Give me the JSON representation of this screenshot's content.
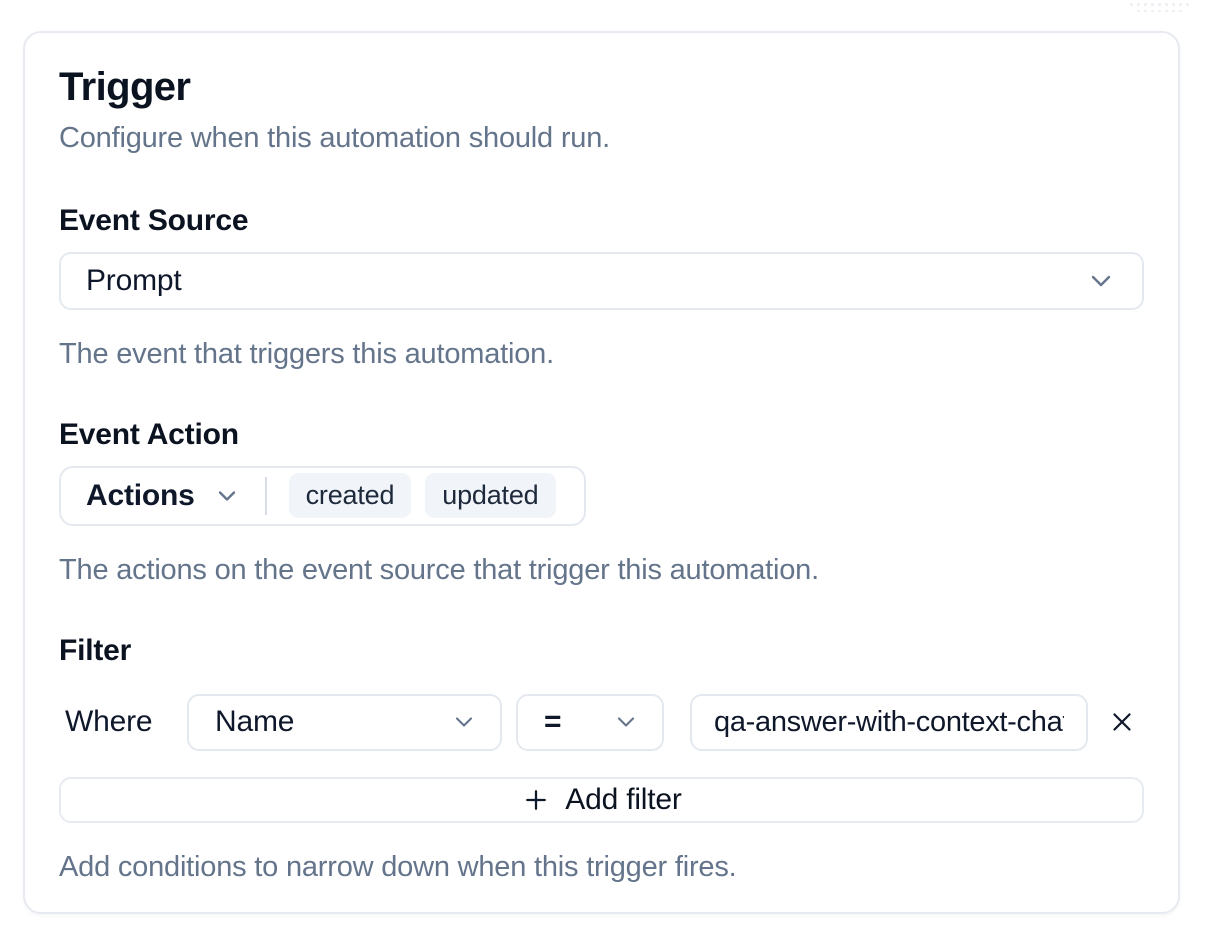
{
  "card": {
    "title": "Trigger",
    "subtitle": "Configure when this automation should run.",
    "event_source": {
      "label": "Event Source",
      "selected_value": "Prompt",
      "helper": "The event that triggers this automation."
    },
    "event_action": {
      "label": "Event Action",
      "dropdown_label": "Actions",
      "selected_actions": [
        "created",
        "updated"
      ],
      "helper": "The actions on the event source that trigger this automation."
    },
    "filter": {
      "label": "Filter",
      "where_label": "Where",
      "field_selected": "Name",
      "operator_selected": "=",
      "value": "qa-answer-with-context-chat",
      "add_button_label": "Add filter",
      "helper": "Add conditions to narrow down when this trigger fires."
    }
  },
  "icons": {
    "chevron_down": "chevron-down",
    "close": "x-mark",
    "plus": "plus"
  },
  "colors": {
    "text": "#0f172a",
    "muted_text": "#64748b",
    "border": "#e4e9f0",
    "chip_background": "#f1f5f9",
    "card_background": "#ffffff"
  }
}
